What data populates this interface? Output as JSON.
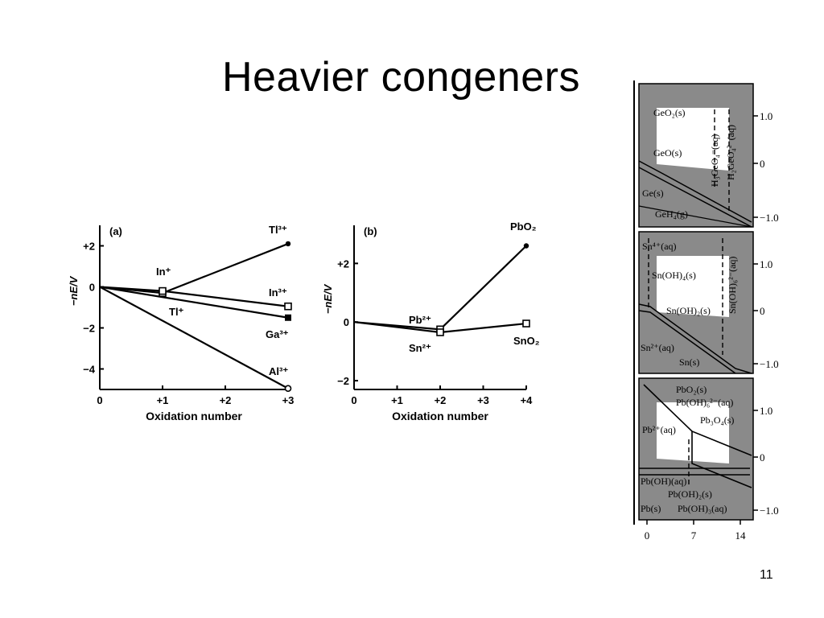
{
  "slide": {
    "title": "Heavier congeners",
    "page_number": "11"
  },
  "chart_data": [
    {
      "type": "line",
      "panel_label": "(a)",
      "xlabel": "Oxidation number",
      "ylabel": "−nE/V",
      "xlim": [
        0,
        3
      ],
      "ylim": [
        -5,
        3
      ],
      "x_ticks": [
        "0",
        "+1",
        "+2",
        "+3"
      ],
      "y_ticks": [
        "+2",
        "0",
        "−2",
        "−4"
      ],
      "series": [
        {
          "name": "Tl",
          "points": [
            {
              "x": 0,
              "y": 0
            },
            {
              "x": 1,
              "y": -0.3
            },
            {
              "x": 3,
              "y": 2.1
            }
          ],
          "labels": [
            "Tl⁺",
            "Tl³⁺"
          ],
          "end_marker": "filled-circle"
        },
        {
          "name": "In",
          "points": [
            {
              "x": 0,
              "y": 0
            },
            {
              "x": 1,
              "y": -0.2
            },
            {
              "x": 3,
              "y": -0.95
            }
          ],
          "labels": [
            "In⁺",
            "In³⁺"
          ],
          "end_marker": "open-square"
        },
        {
          "name": "Ga",
          "points": [
            {
              "x": 0,
              "y": 0
            },
            {
              "x": 3,
              "y": -1.5
            }
          ],
          "labels": [
            "Ga³⁺"
          ],
          "end_marker": "filled-square"
        },
        {
          "name": "Al",
          "points": [
            {
              "x": 0,
              "y": 0
            },
            {
              "x": 3,
              "y": -4.95
            }
          ],
          "labels": [
            "Al³⁺"
          ],
          "end_marker": "open-circle"
        }
      ]
    },
    {
      "type": "line",
      "panel_label": "(b)",
      "xlabel": "Oxidation number",
      "ylabel": "−nE/V",
      "xlim": [
        0,
        4
      ],
      "ylim": [
        -2.3,
        3.3
      ],
      "x_ticks": [
        "0",
        "+1",
        "+2",
        "+3",
        "+4"
      ],
      "y_ticks": [
        "+2",
        "0",
        "−2"
      ],
      "series": [
        {
          "name": "Pb",
          "points": [
            {
              "x": 0,
              "y": 0
            },
            {
              "x": 2,
              "y": -0.25
            },
            {
              "x": 4,
              "y": 2.6
            }
          ],
          "labels": [
            "Pb²⁺",
            "PbO₂"
          ],
          "end_marker": "filled-circle"
        },
        {
          "name": "Sn",
          "points": [
            {
              "x": 0,
              "y": 0
            },
            {
              "x": 2,
              "y": -0.35
            },
            {
              "x": 4,
              "y": -0.05
            }
          ],
          "labels": [
            "Sn²⁺",
            "SnO₂"
          ],
          "end_marker": "open-square"
        }
      ]
    },
    {
      "type": "pourbaix",
      "x_ticks": [
        "0",
        "7",
        "14"
      ],
      "y_ticks": [
        "1.0",
        "0",
        "−1.0"
      ],
      "panels": [
        {
          "element": "Ge",
          "species": [
            "GeO₂(s)",
            "GeO(s)",
            "Ge(s)",
            "GeH₄(g)",
            "H₃GeO₄⁻(aq)",
            "H₂GeO₄²⁻(aq)"
          ]
        },
        {
          "element": "Sn",
          "species": [
            "Sn⁴⁺(aq)",
            "Sn(OH)₄(s)",
            "Sn(OH)₂(s)",
            "Sn²⁺(aq)",
            "Sn(s)",
            "Sn(OH)₆²⁻(aq)"
          ]
        },
        {
          "element": "Pb",
          "species": [
            "PbO₂(s)",
            "Pb(OH)₆²⁻(aq)",
            "Pb₃O₄(s)",
            "Pb²⁺(aq)",
            "Pb(OH)(aq)",
            "Pb(OH)₂(s)",
            "Pb(s)",
            "Pb(OH)₃(aq)"
          ]
        }
      ]
    }
  ]
}
